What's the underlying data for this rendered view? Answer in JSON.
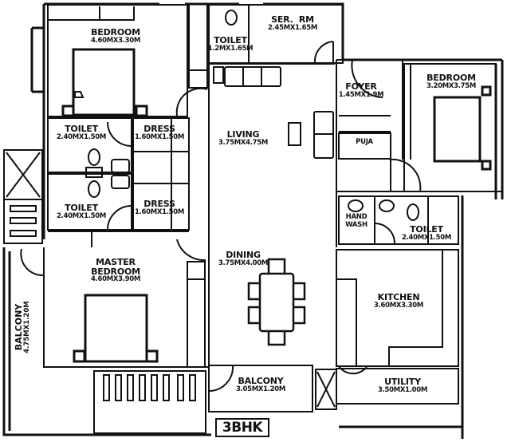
{
  "plan": {
    "type_label": "3BHK",
    "rooms": [
      {
        "id": "bedroom-1",
        "name": "BEDROOM",
        "dims": "4.60MX3.30M"
      },
      {
        "id": "toilet-small",
        "name": "TOILET",
        "dims": "1.2MX1.65M"
      },
      {
        "id": "servant-room",
        "name": "SER.  RM",
        "dims": "2.45MX1.65M"
      },
      {
        "id": "foyer",
        "name": "FOYER",
        "dims": "1.45MX1.9M"
      },
      {
        "id": "bedroom-2",
        "name": "BEDROOM",
        "dims": "3.20MX3.75M"
      },
      {
        "id": "toilet-1",
        "name": "TOILET",
        "dims": "2.40MX1.50M"
      },
      {
        "id": "dress-1",
        "name": "DRESS",
        "dims": "1.60MX1.50M"
      },
      {
        "id": "living",
        "name": "LIVING",
        "dims": "3.75MX4.75M"
      },
      {
        "id": "puja",
        "name": "PUJA",
        "dims": ""
      },
      {
        "id": "toilet-2",
        "name": "TOILET",
        "dims": "2.40MX1.50M"
      },
      {
        "id": "dress-2",
        "name": "DRESS",
        "dims": "1.60MX1.50M"
      },
      {
        "id": "hand-wash",
        "name": "HAND\nWASH",
        "dims": ""
      },
      {
        "id": "toilet-3",
        "name": "TOILET",
        "dims": "2.40MX1.50M"
      },
      {
        "id": "master-bedroom",
        "name": "MASTER\nBEDROOM",
        "dims": "4.60MX3.90M"
      },
      {
        "id": "dining",
        "name": "DINING",
        "dims": "3.75MX4.00M"
      },
      {
        "id": "kitchen",
        "name": "KITCHEN",
        "dims": "3.60MX3.30M"
      },
      {
        "id": "balcony-side",
        "name": "BALCONY",
        "dims": "4.75MX1.20M"
      },
      {
        "id": "balcony-front",
        "name": "BALCONY",
        "dims": "3.05MX1.20M"
      },
      {
        "id": "utility",
        "name": "UTILITY",
        "dims": "3.50MX1.00M"
      }
    ]
  },
  "colors": {
    "wall": "#111111",
    "background": "#ffffff"
  }
}
